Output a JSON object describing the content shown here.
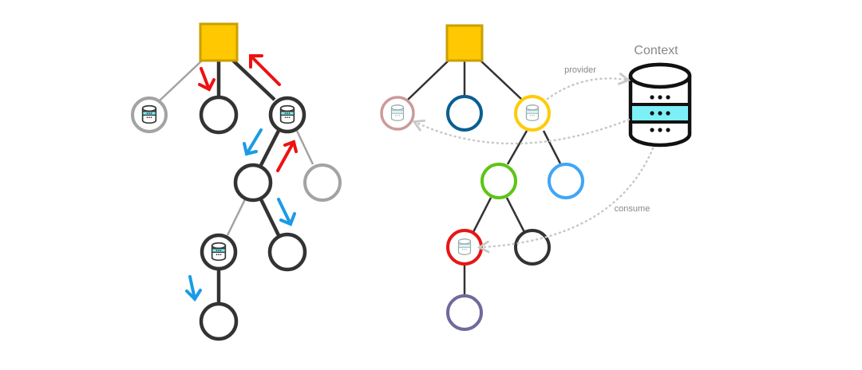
{
  "context_label": "Context",
  "provider_label": "provider",
  "consume_label": "consume",
  "colors": {
    "root": "#FFC800",
    "root_border": "#C9A000",
    "dark": "#333333",
    "gray": "#A3A3A3",
    "red_arrow": "#EE1111",
    "blue_arrow": "#1B9BE6",
    "dotted": "#C8C8C8",
    "store_cyan": "#7DF0F7",
    "faded_pink": "#CC9A9A",
    "teal_blue": "#0B5E92",
    "yellow": "#FFCB05",
    "green": "#5CC515",
    "light_blue": "#42A5F5",
    "red": "#E81515",
    "purple": "#6E6A9C"
  }
}
